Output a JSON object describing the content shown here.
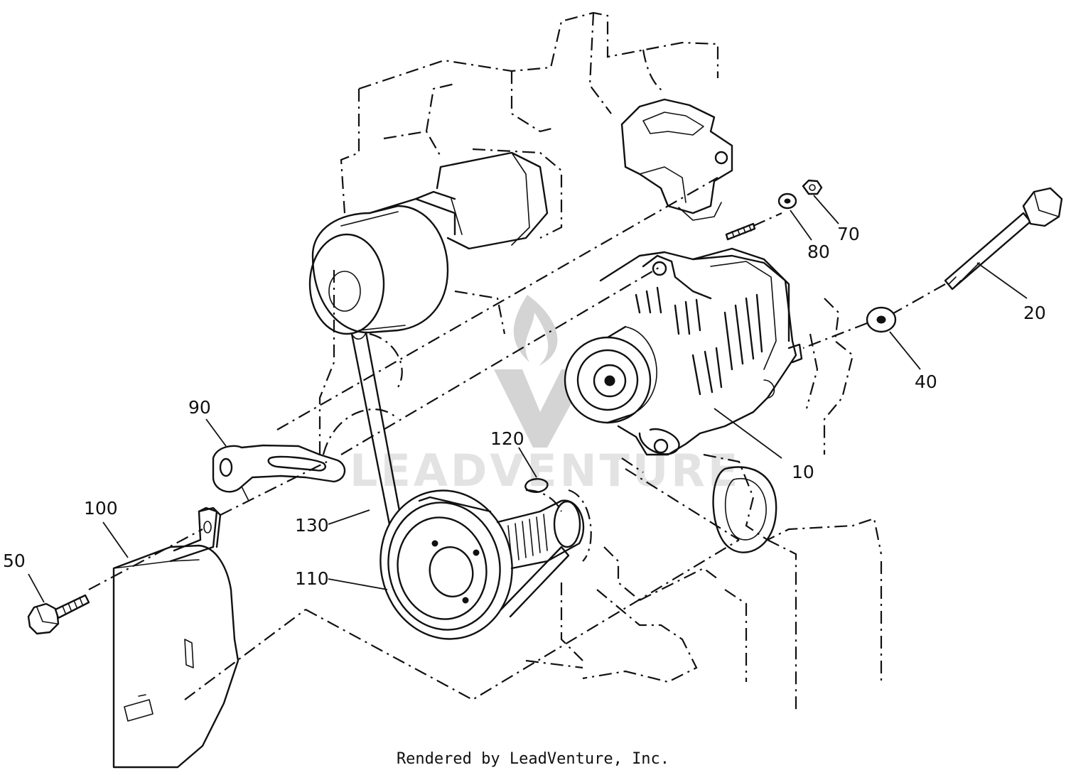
{
  "footer_text": "Rendered by LeadVenture, Inc.",
  "watermark": {
    "text": "LEADVENTURE",
    "color": "#e3e3e3"
  },
  "callouts": [
    {
      "id": "10",
      "label": "10",
      "part": "alternator"
    },
    {
      "id": "20",
      "label": "20",
      "part": "bolt"
    },
    {
      "id": "40",
      "label": "40",
      "part": "washer"
    },
    {
      "id": "50",
      "label": "50",
      "part": "bolt"
    },
    {
      "id": "70",
      "label": "70",
      "part": "nut"
    },
    {
      "id": "80",
      "label": "80",
      "part": "washer"
    },
    {
      "id": "90",
      "label": "90",
      "part": "bracket"
    },
    {
      "id": "100",
      "label": "100",
      "part": "cover"
    },
    {
      "id": "110",
      "label": "110",
      "part": "pulley"
    },
    {
      "id": "120",
      "label": "120",
      "part": "key"
    },
    {
      "id": "130",
      "label": "130",
      "part": "v-belt"
    }
  ]
}
